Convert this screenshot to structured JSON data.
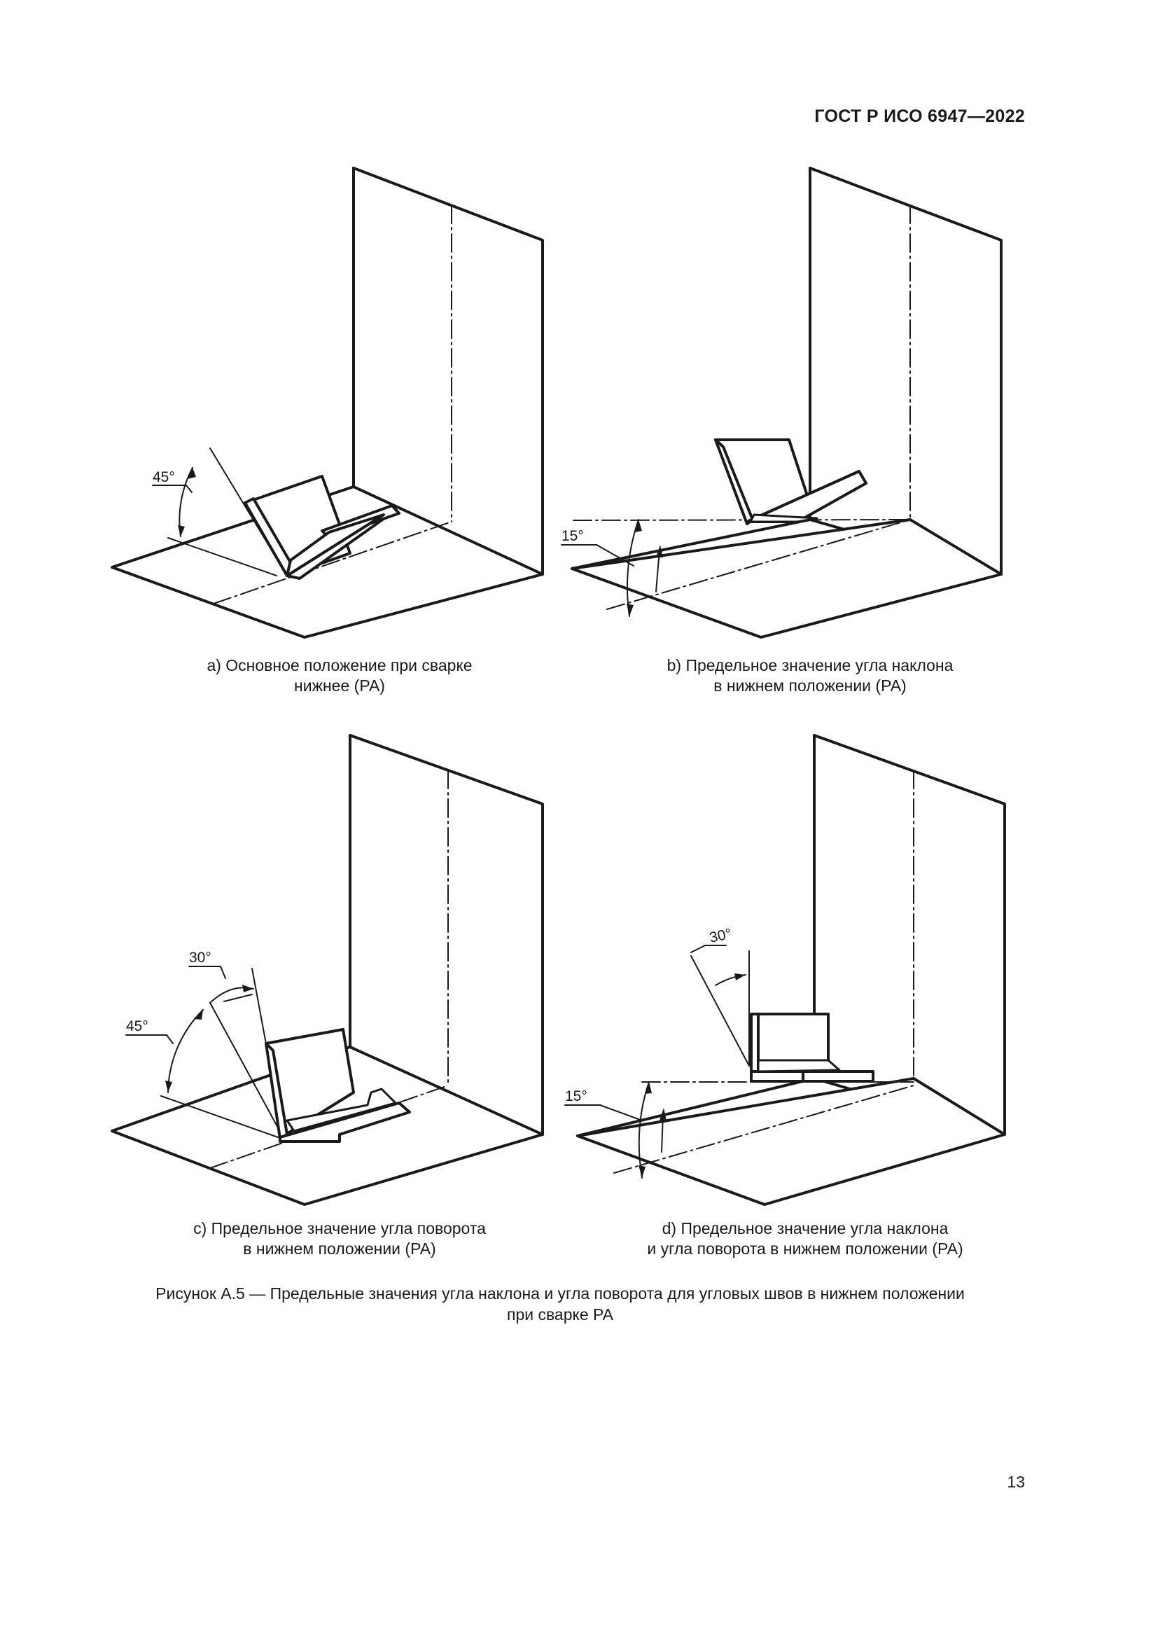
{
  "header": {
    "doc_id": "ГОСТ Р ИСО 6947—2022"
  },
  "panels": {
    "a": {
      "caption_line1": "a) Основное положение при сварке",
      "caption_line2": "нижнее (PA)",
      "angle1": "45°"
    },
    "b": {
      "caption_line1": "b) Предельное значение угла наклона",
      "caption_line2": "в нижнем положении (PA)",
      "angle1": "15°"
    },
    "c": {
      "caption_line1": "c) Предельное значение угла поворота",
      "caption_line2": "в нижнем положении (PA)",
      "angle1": "30°",
      "angle2": "45°"
    },
    "d": {
      "caption_line1": "d) Предельное значение угла наклона",
      "caption_line2": "и угла поворота в нижнем положении (PA)",
      "angle1": "30°",
      "angle2": "15°"
    }
  },
  "figure_caption": {
    "line1": "Рисунок А.5 — Предельные значения угла наклона и угла поворота для угловых швов в нижнем положении",
    "line2": "при сварке PA"
  },
  "page_number": "13"
}
